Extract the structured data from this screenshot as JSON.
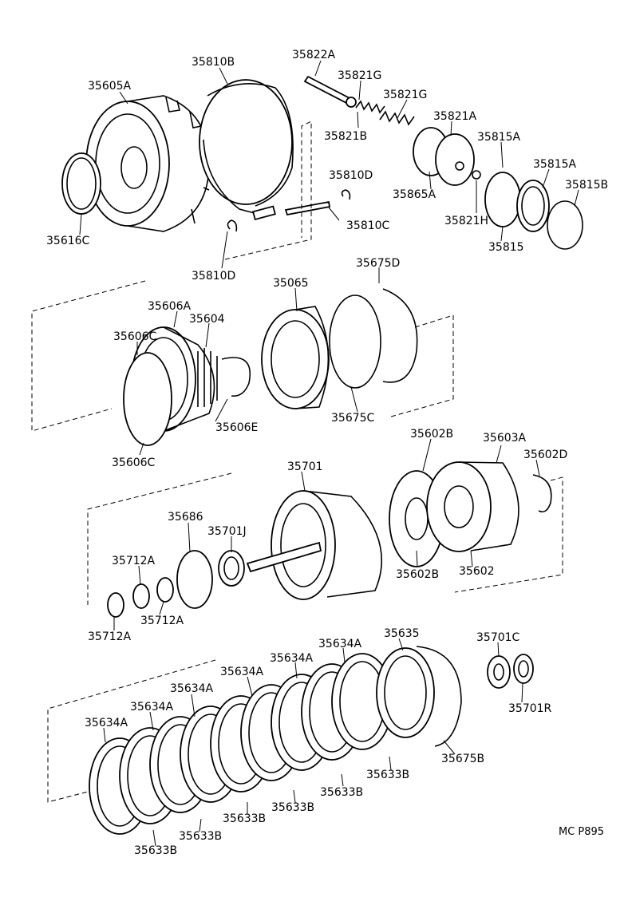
{
  "diagram": {
    "code": "MC P895",
    "labels": {
      "35605A": "35605A",
      "35810B": "35810B",
      "35822A": "35822A",
      "35821G_a": "35821G",
      "35821G_b": "35821G",
      "35821B": "35821B",
      "35821A": "35821A",
      "35815A_a": "35815A",
      "35815A_b": "35815A",
      "35815B": "35815B",
      "35810D_a": "35810D",
      "35865A": "35865A",
      "35821H": "35821H",
      "35815": "35815",
      "35616C": "35616C",
      "35810C": "35810C",
      "35810D_b": "35810D",
      "35065": "35065",
      "35675D": "35675D",
      "35606A": "35606A",
      "35606C_a": "35606C",
      "35604": "35604",
      "35606E": "35606E",
      "35675C": "35675C",
      "35606C_b": "35606C",
      "35602B_a": "35602B",
      "35603A": "35603A",
      "35602D": "35602D",
      "35701": "35701",
      "35686": "35686",
      "35701J": "35701J",
      "35712A_a": "35712A",
      "35712A_b": "35712A",
      "35712A_c": "35712A",
      "35602B_b": "35602B",
      "35602": "35602",
      "35635": "35635",
      "35701C": "35701C",
      "35701R": "35701R",
      "35675B": "35675B",
      "35634A_1": "35634A",
      "35634A_2": "35634A",
      "35634A_3": "35634A",
      "35634A_4": "35634A",
      "35634A_5": "35634A",
      "35634A_6": "35634A",
      "35633B_1": "35633B",
      "35633B_2": "35633B",
      "35633B_3": "35633B",
      "35633B_4": "35633B",
      "35633B_5": "35633B",
      "35633B_6": "35633B"
    }
  }
}
